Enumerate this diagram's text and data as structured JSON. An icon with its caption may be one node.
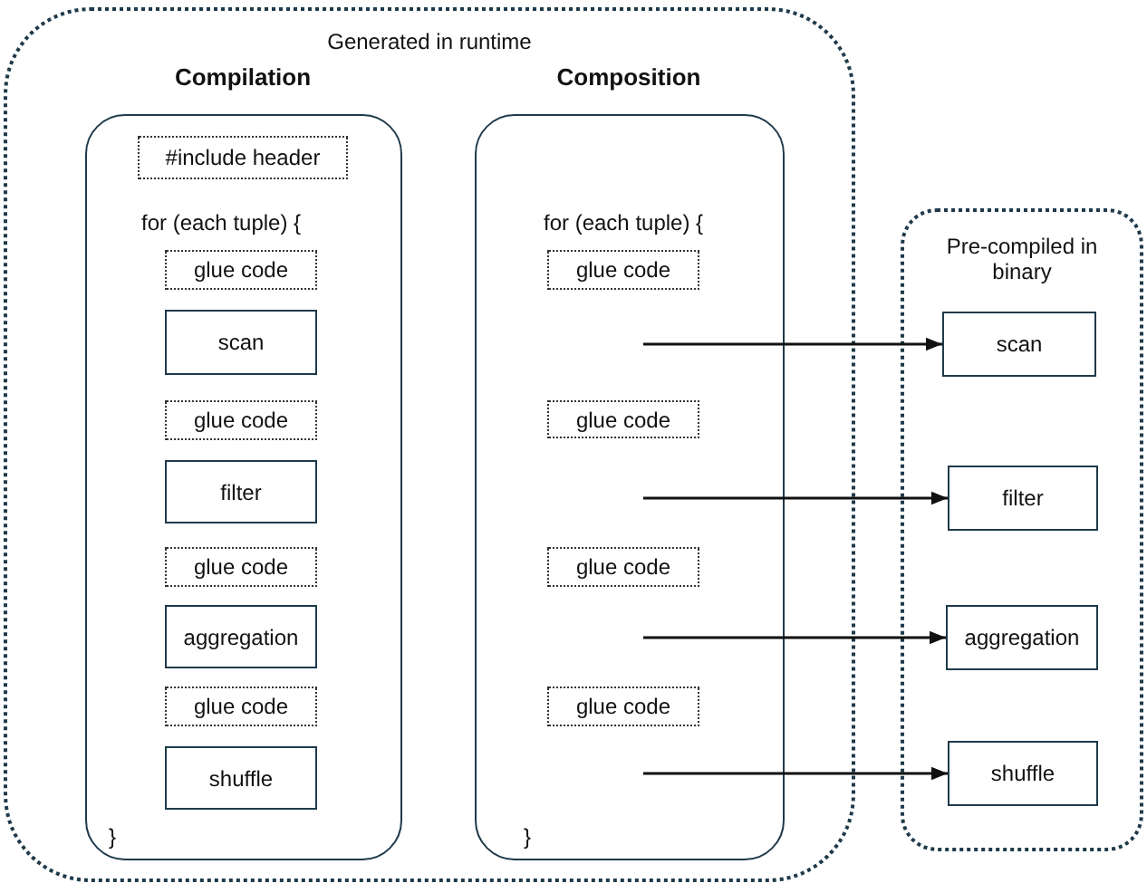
{
  "diagram": {
    "nodes": [
      {
        "text": [
          "Generated in runtime"
        ]
      },
      {
        "text": [
          "Compilation"
        ],
        "in": 0
      },
      {
        "text": [
          "#include header"
        ],
        "in": 1
      },
      {
        "text": [
          "glue code"
        ],
        "in": 1
      },
      {
        "text": [
          "scan"
        ],
        "in": 1
      },
      {
        "text": [
          "glue code"
        ],
        "in": 1
      },
      {
        "text": [
          "filter"
        ],
        "in": 1
      },
      {
        "text": [
          "glue code"
        ],
        "in": 1
      },
      {
        "text": [
          "aggregation"
        ],
        "in": 1
      },
      {
        "text": [
          "glue code"
        ],
        "in": 1
      },
      {
        "text": [
          "shuffle"
        ],
        "in": 1
      },
      {
        "text": [
          "Composition"
        ],
        "in": 0
      },
      {
        "text": [
          "glue code"
        ],
        "in": 11
      },
      {
        "text": [
          "glue code"
        ],
        "in": 11
      },
      {
        "text": [
          "glue code"
        ],
        "in": 11
      },
      {
        "text": [
          "glue code"
        ],
        "in": 11
      },
      {
        "text": [
          "Pre-compiled in binary"
        ]
      },
      {
        "text": [
          "scan"
        ],
        "in": 16
      },
      {
        "text": [
          "filter"
        ],
        "in": 16
      },
      {
        "text": [
          "aggregation"
        ],
        "in": 16
      },
      {
        "text": [
          "shuffle"
        ],
        "in": 16
      }
    ],
    "edges": [
      {
        "from": null,
        "to": 17,
        "arrow": "to"
      },
      {
        "from": null,
        "to": 18,
        "arrow": "to"
      },
      {
        "from": null,
        "to": 19,
        "arrow": "to"
      },
      {
        "from": null,
        "to": 20,
        "arrow": "to"
      }
    ],
    "labels": [
      "for (each tuple) {",
      "for (each tuple) {",
      "}",
      "}"
    ]
  }
}
